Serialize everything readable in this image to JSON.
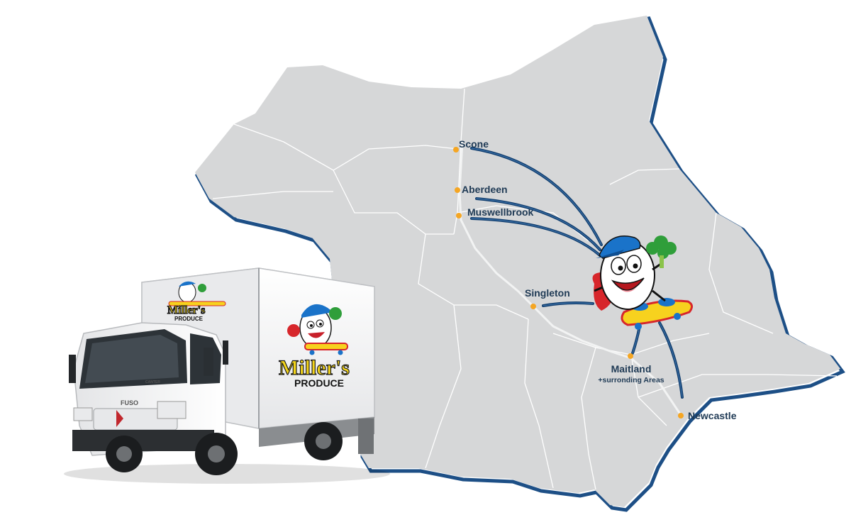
{
  "map": {
    "land_color": "#d6d7d8",
    "border_color": "#ffffff",
    "coast_color": "#1d4f86",
    "route_color": "#123e6e",
    "road_color": "#f2f3f3",
    "marker_color": "#f5a623",
    "places": [
      {
        "id": "scone",
        "name": "Scone",
        "sub": ""
      },
      {
        "id": "aberdeen",
        "name": "Aberdeen",
        "sub": ""
      },
      {
        "id": "muswellbrook",
        "name": "Muswellbrook",
        "sub": ""
      },
      {
        "id": "singleton",
        "name": "Singleton",
        "sub": ""
      },
      {
        "id": "maitland",
        "name": "Maitland",
        "sub": "+surronding Areas"
      },
      {
        "id": "newcastle",
        "name": "Newcastle",
        "sub": ""
      }
    ]
  },
  "truck": {
    "brand_name": "Miller's",
    "brand_sub": "PRODUCE",
    "cab_make": "FUSO",
    "cab_model": "CANTER",
    "body_color": "#f6f7f8",
    "cab_color": "#f3f4f5"
  },
  "mascot": {
    "skateboard_color": "#f7d21e",
    "cap_color": "#1a73c9",
    "broccoli_color": "#2f9e3a",
    "pepper_color": "#d7262b"
  }
}
